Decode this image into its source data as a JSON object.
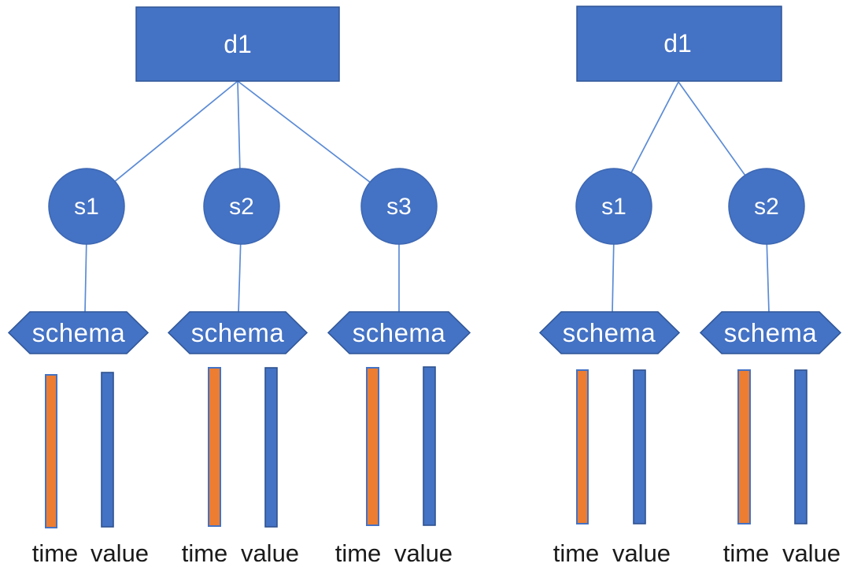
{
  "colors": {
    "background": "#FFFFFF",
    "node_fill": "#4472C4",
    "node_border": "#2F5597",
    "connector_line": "#5B8BD5",
    "time_bar_fill": "#ED7D31",
    "time_bar_border": "#4472C4",
    "value_bar_fill": "#4472C4",
    "value_bar_border": "#2F528F",
    "node_text": "#FFFFFF",
    "label_text": "#1A1A1A"
  },
  "trees": [
    {
      "database_label": "d1",
      "sensor_labels": [
        "s1",
        "s2",
        "s3"
      ],
      "schema_label": "schema",
      "time_label": "time",
      "value_label": "value"
    },
    {
      "database_label": "d1",
      "sensor_labels": [
        "s1",
        "s2"
      ],
      "schema_label": "schema",
      "time_label": "time",
      "value_label": "value"
    }
  ]
}
